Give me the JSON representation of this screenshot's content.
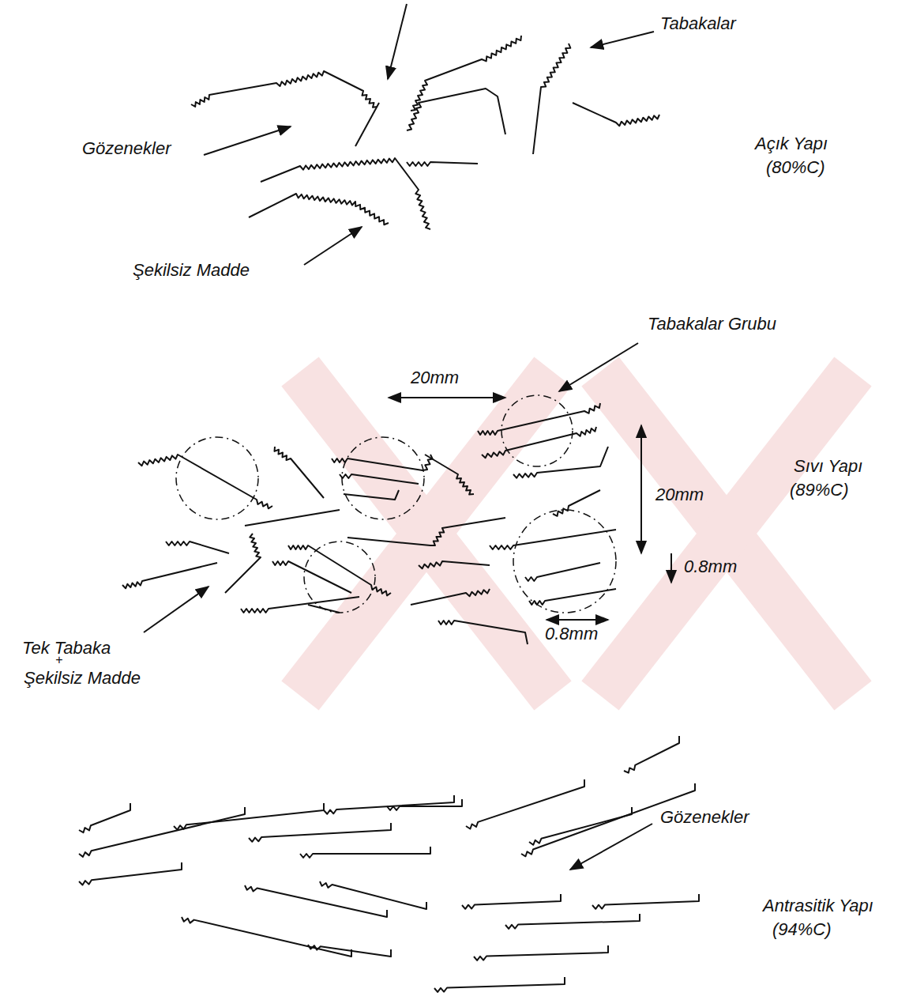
{
  "diagram": {
    "labels": [
      "Tabakalar",
      "Gözenekler",
      "Açık Yapı",
      "(80%C)",
      "Şekilsiz Madde",
      "Tabakalar Grubu",
      "20mm",
      "Sıvı Yapı",
      "20mm",
      "(89%C)",
      "0.8mm",
      "0.8mm",
      "Tek Tabaka",
      "+",
      "Şekilsiz Madde",
      "Gözenekler",
      "Antrasitik Yapı",
      "(94%C)"
    ]
  }
}
